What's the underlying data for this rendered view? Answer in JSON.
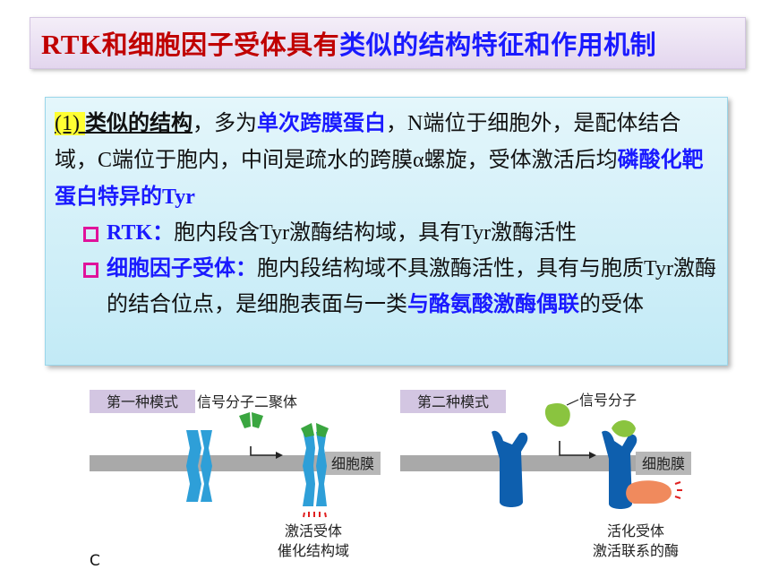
{
  "title": {
    "part1_latin": "RTK",
    "part1_cjk": "和细胞因子受体具有",
    "part2": "类似的结构特征和作用机制"
  },
  "content": {
    "p1": {
      "num": "(1) ",
      "heading": "类似的结构",
      "t1": "，多为",
      "h1": "单次跨膜蛋白",
      "t2": "，",
      "t3": "N",
      "t4": "端位于细胞外，是配体结合域，",
      "t5": "C",
      "t6": "端位于胞内，中间是疏水的跨膜",
      "t7": "α",
      "t8": "螺旋，受体激活后均",
      "h2": "磷酸化靶蛋白特异的",
      "h3": "Tyr"
    },
    "bullet1": {
      "label": "RTK：",
      "t1": "胞内段含",
      "t2": "Tyr",
      "t3": "激酶结构域，具有",
      "t4": "Tyr",
      "t5": "激酶活性"
    },
    "bullet2": {
      "label": "细胞因子受体：",
      "t1": "胞内段结构域不具激酶活性，具有与胞质",
      "t2": "Tyr",
      "t3": "激酶的结合位点，是细胞表面与一类",
      "h1": "与酪氨酸激酶偶联",
      "t4": "的受体"
    }
  },
  "diagram": {
    "mode1_label": "第一种模式",
    "mode1_signal": "信号分子二聚体",
    "mode1_membrane": "细胞膜",
    "mode1_caption_line1": "激活受体",
    "mode1_caption_line2": "催化结构域",
    "mode2_label": "第二种模式",
    "mode2_signal": "信号分子",
    "mode2_membrane": "细胞膜",
    "mode2_caption_line1": "活化受体",
    "mode2_caption_line2": "激活联系的酶"
  },
  "corner_letter": "C",
  "colors": {
    "title_red": "#c00000",
    "title_blue": "#1a1aff",
    "highlight_blue": "#1a1aff",
    "bullet_magenta": "#e0139b",
    "receptor_light_blue": "#2e9fd8",
    "receptor_dark_blue": "#0e5fae",
    "ligand_green": "#3aa640",
    "enzyme_orange": "#f08a5d",
    "membrane_gray": "#a9a9a9",
    "spark_red": "#e02020"
  }
}
